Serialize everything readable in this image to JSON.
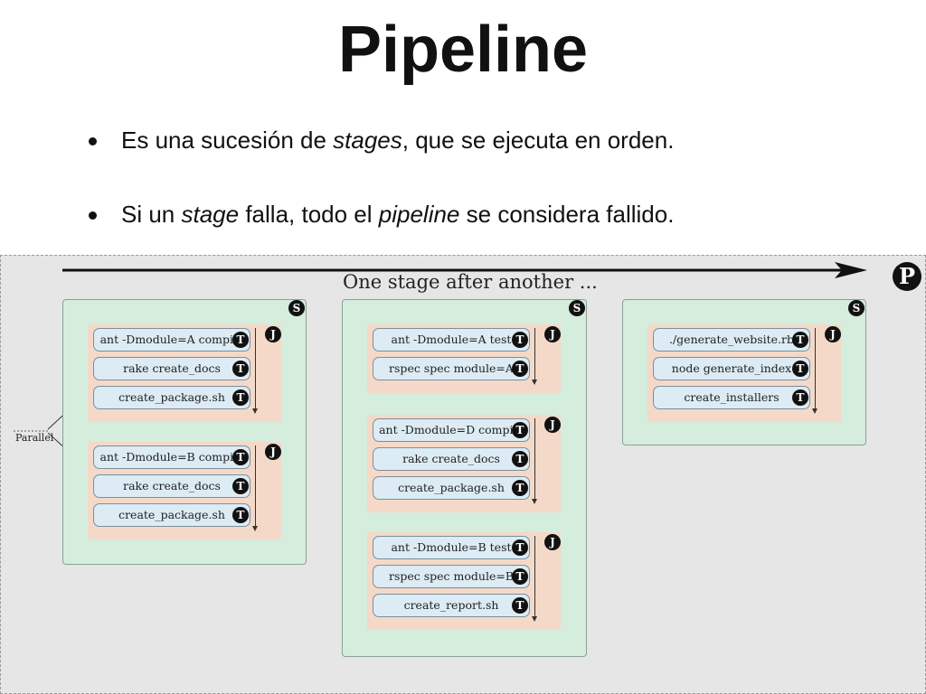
{
  "title": "Pipeline",
  "bullets": [
    {
      "parts": [
        {
          "text": "Es una sucesión de ",
          "italic": false
        },
        {
          "text": "stages",
          "italic": true
        },
        {
          "text": ", que se ejecuta en orden.",
          "italic": false
        }
      ]
    },
    {
      "parts": [
        {
          "text": "Si un ",
          "italic": false
        },
        {
          "text": "stage",
          "italic": true
        },
        {
          "text": " falla, todo el ",
          "italic": false
        },
        {
          "text": "pipeline",
          "italic": true
        },
        {
          "text": " se considera fallido.",
          "italic": false
        }
      ]
    }
  ],
  "diagram": {
    "headline": "One stage after another ...",
    "pipeline_badge": "P",
    "stage_badge": "S",
    "job_badge": "J",
    "task_badge": "T",
    "parallel_label": "Parallel",
    "stages": [
      {
        "jobs": [
          {
            "tasks": [
              "ant -Dmodule=A compile",
              "rake create_docs",
              "create_package.sh"
            ]
          },
          {
            "tasks": [
              "ant -Dmodule=B compile",
              "rake create_docs",
              "create_package.sh"
            ]
          }
        ]
      },
      {
        "jobs": [
          {
            "tasks": [
              "ant -Dmodule=A test",
              "rspec spec module=A"
            ]
          },
          {
            "tasks": [
              "ant -Dmodule=D compile",
              "rake create_docs",
              "create_package.sh"
            ]
          },
          {
            "tasks": [
              "ant -Dmodule=B test",
              "rspec spec module=B",
              "create_report.sh"
            ]
          }
        ]
      },
      {
        "jobs": [
          {
            "tasks": [
              "./generate_website.rb",
              "node generate_index",
              "create_installers"
            ]
          }
        ]
      }
    ]
  }
}
